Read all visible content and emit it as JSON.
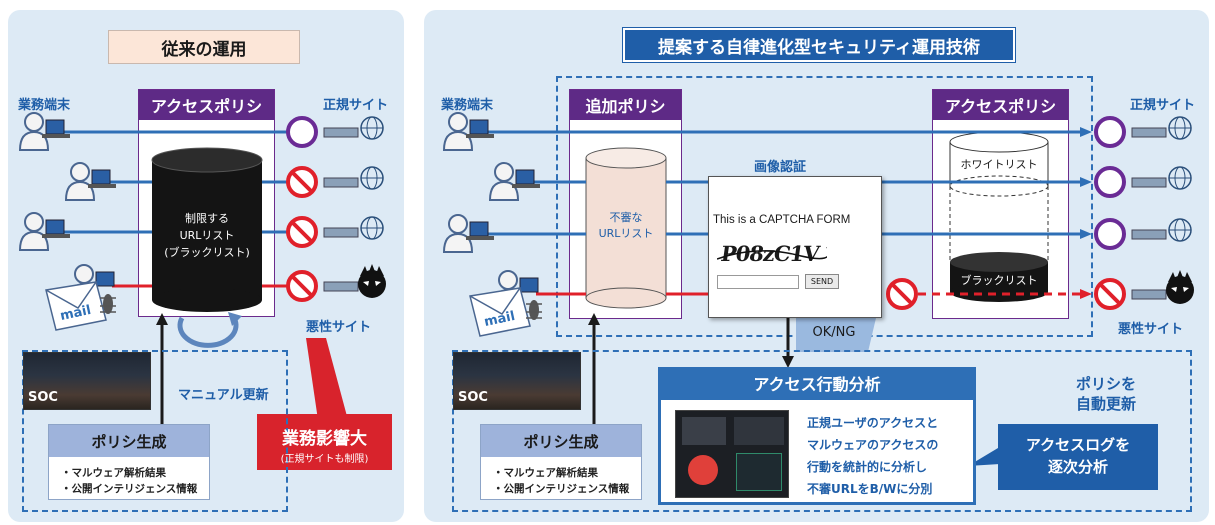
{
  "left": {
    "title": "従来の運用",
    "terminal_label": "業務端末",
    "legit_site_label": "正規サイト",
    "malicious_site_label": "悪性サイト",
    "policy_header": "アクセスポリシ",
    "cylinder_text": [
      "制限する",
      "URLリスト",
      "(ブラックリスト)"
    ],
    "manual_update": "マニュアル更新",
    "mail_label": "mail",
    "soc_label": "SOC",
    "policy_gen": {
      "title": "ポリシ生成",
      "items": [
        "・マルウェア解析結果",
        "・公開インテリジェンス情報"
      ]
    },
    "impact": {
      "title": "業務影響大",
      "subtitle": "(正規サイトも制限)"
    }
  },
  "right": {
    "title": "提案する自律進化型セキュリティ運用技術",
    "terminal_label": "業務端末",
    "legit_site_label": "正規サイト",
    "malicious_site_label": "悪性サイト",
    "added_policy_header": "追加ポリシ",
    "added_cylinder_text": [
      "不審な",
      "URLリスト"
    ],
    "access_policy_header": "アクセスポリシ",
    "whitelist": "ホワイトリスト",
    "blacklist": "ブラックリスト",
    "image_auth": "画像認証",
    "captcha": {
      "text": "This is a CAPTCHA FORM",
      "code": "P08zC1V",
      "button": "SEND"
    },
    "ok_ng": "OK/NG",
    "mail_label": "mail",
    "soc_label": "SOC",
    "analysis": {
      "title": "アクセス行動分析",
      "lines": [
        "正規ユーザのアクセスと",
        "マルウェアのアクセスの",
        "行動を統計的に分析し",
        "不審URLをB/Wに分別"
      ]
    },
    "auto_update": [
      "ポリシを",
      "自動更新"
    ],
    "log_analysis": [
      "アクセスログを",
      "逐次分析"
    ],
    "policy_gen": {
      "title": "ポリシ生成",
      "items": [
        "・マルウェア解析結果",
        "・公開インテリジェンス情報"
      ]
    }
  },
  "colors": {
    "blue_line": "#2e6fb6",
    "red_line": "#e0202a",
    "purple": "#5e2a86",
    "policy_blue": "#1f5ea8",
    "impact_red": "#d8232c"
  }
}
